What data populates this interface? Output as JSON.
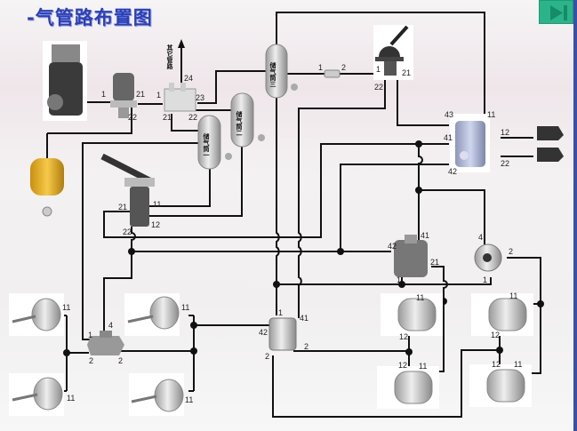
{
  "title": "-气管路布置图",
  "next_button": {
    "icon": "skip-next-icon"
  },
  "other_lines_label": "其它管路",
  "tanks": [
    "储气筒一",
    "储气筒二",
    "储气筒三"
  ],
  "port_labels": [
    "1",
    "21",
    "22",
    "24",
    "1",
    "23",
    "21",
    "22",
    "1",
    "2",
    "1",
    "21",
    "22",
    "43",
    "11",
    "41",
    "42",
    "12",
    "22",
    "21",
    "11",
    "12",
    "22",
    "42",
    "41",
    "21",
    "1",
    "4",
    "2",
    "1",
    "1",
    "4",
    "2",
    "2",
    "11",
    "11",
    "11",
    "11",
    "1",
    "41",
    "42",
    "2",
    "2",
    "11",
    "12",
    "12",
    "11",
    "11",
    "12",
    "12",
    "11"
  ],
  "colors": {
    "title": "#2a3fb8",
    "next": "#2bb38a",
    "pipe": "#111111"
  }
}
